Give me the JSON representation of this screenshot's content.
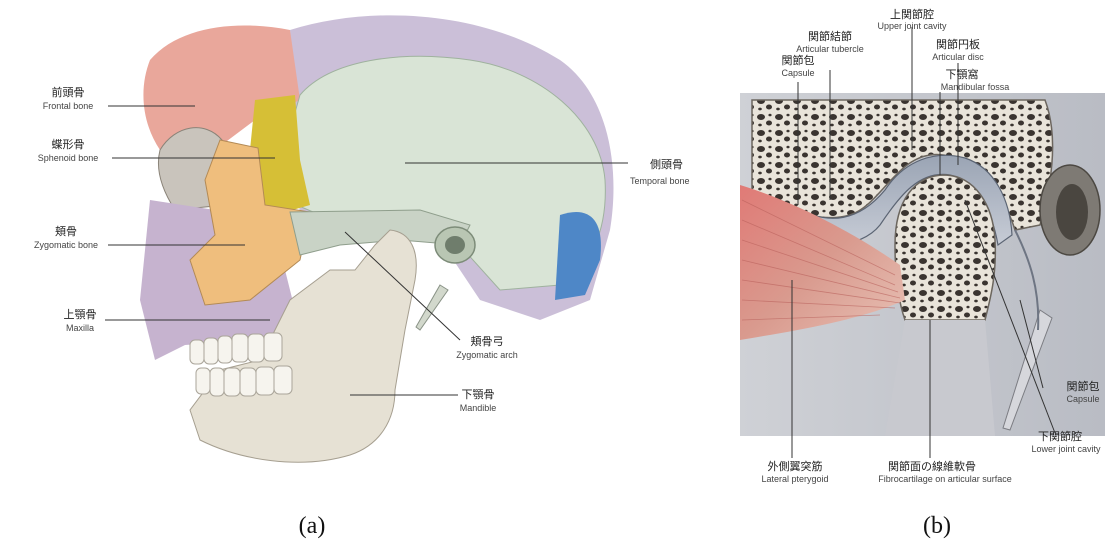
{
  "figures": [
    {
      "id": "a",
      "caption": "(a)",
      "labels": [
        {
          "jp": "前頭骨",
          "en": "Frontal bone"
        },
        {
          "jp": "蝶形骨",
          "en": "Sphenoid bone"
        },
        {
          "jp": "頬骨",
          "en": "Zygomatic bone"
        },
        {
          "jp": "上顎骨",
          "en": "Maxilla"
        },
        {
          "jp": "側頭骨",
          "en": "Temporal bone"
        },
        {
          "jp": "頬骨弓",
          "en": "Zygomatic arch"
        },
        {
          "jp": "下顎骨",
          "en": "Mandible"
        }
      ]
    },
    {
      "id": "b",
      "caption": "(b)",
      "labels": [
        {
          "jp": "上関節腔",
          "en": "Upper joint cavity"
        },
        {
          "jp": "関節結節",
          "en": "Articular tubercle"
        },
        {
          "jp": "関節円板",
          "en": "Articular disc"
        },
        {
          "jp": "関節包",
          "en": "Capsule"
        },
        {
          "jp": "下顎窩",
          "en": "Mandibular fossa"
        },
        {
          "jp": "関節包",
          "en": "Capsule"
        },
        {
          "jp": "下関節腔",
          "en": "Lower joint cavity"
        },
        {
          "jp": "外側翼突筋",
          "en": "Lateral pterygoid"
        },
        {
          "jp": "関節面の線維軟骨",
          "en": "Fibrocartilage on articular surface"
        }
      ]
    }
  ]
}
